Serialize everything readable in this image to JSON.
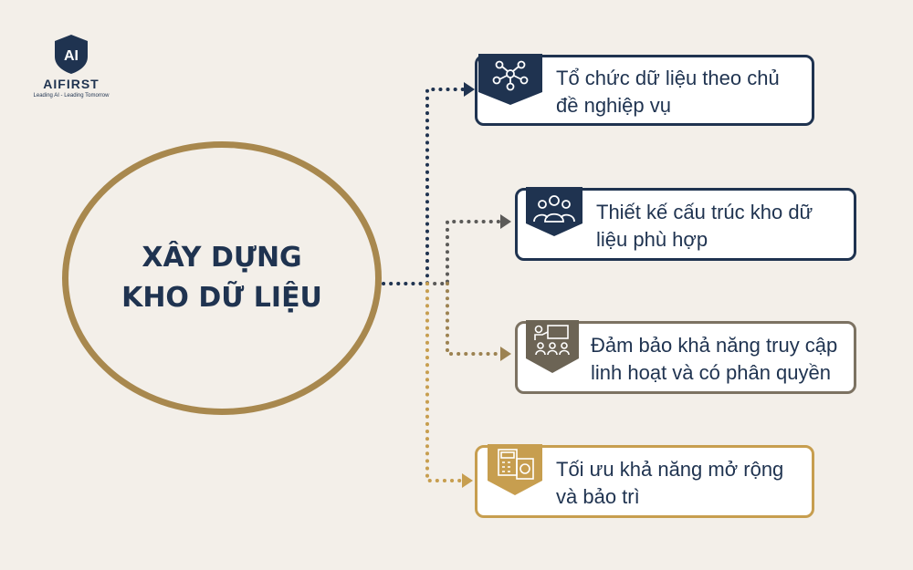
{
  "brand": {
    "name": "AIFIRST",
    "tagline": "Leading AI - Leading Tomorrow",
    "mark": "AI"
  },
  "center": {
    "line1": "XÂY DỰNG",
    "line2": "KHO DỮ LIỆU"
  },
  "items": [
    {
      "line1": "Tổ chức dữ liệu theo chủ",
      "line2": "đề nghiệp vụ",
      "icon": "people-network-icon"
    },
    {
      "line1": "Thiết kế cấu trúc kho dữ",
      "line2": "liệu phù hợp",
      "icon": "team-icon"
    },
    {
      "line1": "Đảm bảo khả năng truy cập",
      "line2": "linh hoạt và có phân quyền",
      "icon": "presentation-icon"
    },
    {
      "line1": "Tối ưu khả năng mở rộng",
      "line2": "và bảo trì",
      "icon": "calculator-money-icon"
    }
  ],
  "colors": {
    "navy": "#1f3350",
    "gold": "#a8884e",
    "gold_light": "#c79e4f",
    "taupe": "#7c7262",
    "background": "#f3efe9"
  }
}
